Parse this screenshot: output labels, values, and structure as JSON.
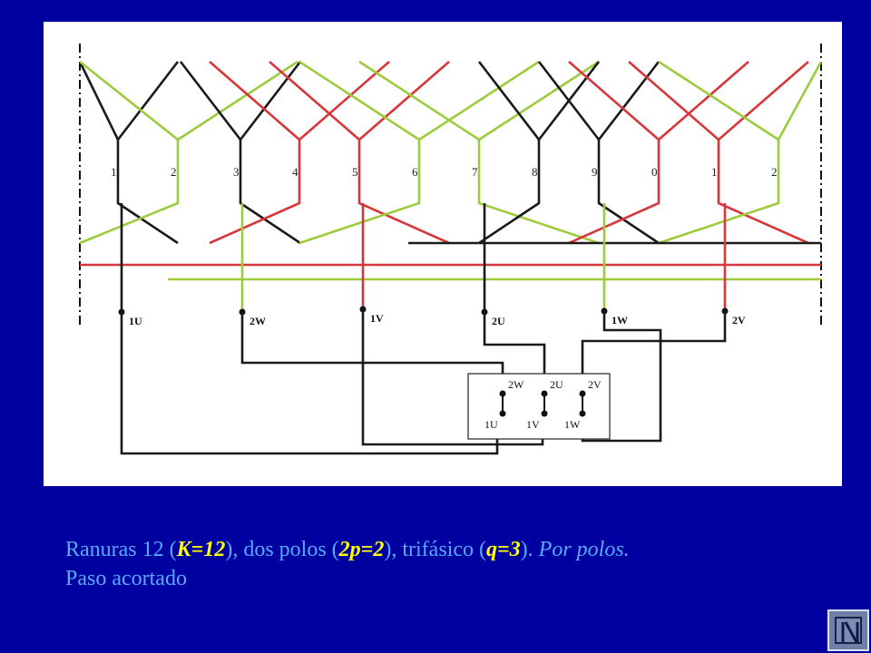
{
  "diagram": {
    "slot_labels": [
      "1",
      "2",
      "3",
      "4",
      "5",
      "6",
      "7",
      "8",
      "9",
      "0",
      "1",
      "2"
    ],
    "terminals": [
      {
        "label": "1U",
        "color": "#1a1a1a"
      },
      {
        "label": "2W",
        "color": "#9ccc3c"
      },
      {
        "label": "1V",
        "color": "#d8373a"
      },
      {
        "label": "2U",
        "color": "#1a1a1a"
      },
      {
        "label": "1W",
        "color": "#9ccc3c"
      },
      {
        "label": "2V",
        "color": "#d8373a"
      }
    ],
    "terminal_box": {
      "top_labels": [
        "2W",
        "2U",
        "2V"
      ],
      "bottom_labels": [
        "1U",
        "1V",
        "1W"
      ]
    },
    "colors": {
      "phase_black": "#1a1a1a",
      "phase_red": "#d8373a",
      "phase_green": "#9ccc3c",
      "background": "#0000a0",
      "caption": "#55aaff",
      "highlight": "#ffff00"
    }
  },
  "caption": {
    "t1": "Ranuras 12 (",
    "h1": "K=12",
    "t2": "), dos polos (",
    "h2": "2p=2",
    "t3": "), trifásico (",
    "h3": "q=3",
    "t4": "). ",
    "it1": "Por polos.",
    "line2": "Paso acortado"
  },
  "nav": {
    "icon": "skip-end-icon"
  }
}
